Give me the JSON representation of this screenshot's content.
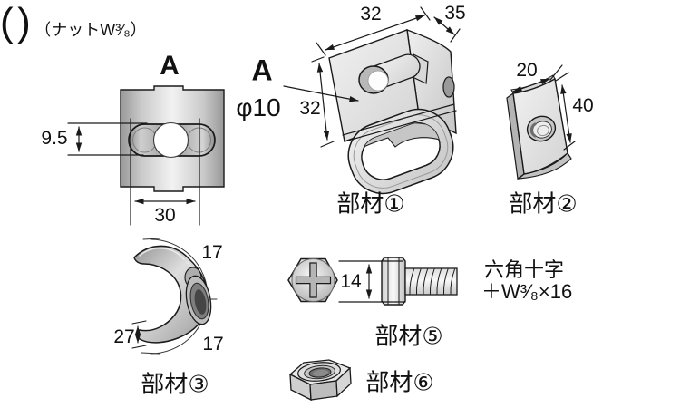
{
  "colors": {
    "line": "#1a1a1a",
    "background": "#ffffff",
    "metal_light": "#f2f2f2",
    "metal_mid": "#cccccc",
    "metal_dark": "#989898"
  },
  "section_a": {
    "view_label": "A",
    "slot_height": "9.5",
    "slot_width": "30"
  },
  "part1": {
    "label": "部材①",
    "callout_view_label": "A",
    "callout_hole": "φ10",
    "dim_width": "32",
    "dim_depth": "35",
    "dim_height": "32"
  },
  "part2": {
    "label": "部材②",
    "dim_width": "20",
    "dim_height": "40"
  },
  "part3": {
    "label": "部材③",
    "dim_top": "17",
    "dim_bottom": "17",
    "dim_offset": "27"
  },
  "part5": {
    "label": "部材⑤",
    "dim_head_width": "14",
    "spec_open": "(",
    "spec_line1": "六角十字",
    "spec_line2": "＋W³⁄₈×16",
    "spec_close": ")"
  },
  "part6": {
    "label": "部材⑥",
    "spec": "（ナットW³⁄₈）"
  }
}
